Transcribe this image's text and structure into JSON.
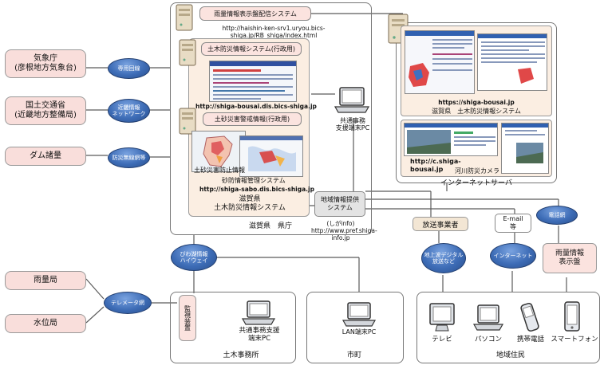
{
  "sources": {
    "jma": "気象庁\n(彦根地方気象台)",
    "mlit": "国土交通省\n(近畿地方整備局)",
    "dam": "ダム諸量",
    "rain_station": "雨量局",
    "water_station": "水位局"
  },
  "networks": {
    "dedicated": "専用回線",
    "kinki": "近畿情報\nネットワーク",
    "disaster_radio": "防災無線網等",
    "telemeter": "テレメータ網",
    "biwako": "びわ湖情報\nハイウェイ",
    "terrestrial": "地上波デジタル\n放送など",
    "internet": "インターネット",
    "phone": "電話網"
  },
  "pref": {
    "rain_system": "雨量情報表示盤配信システム",
    "rain_url": "http://haishin-ken-srv1.uryou.bics-\nshiga.jp/RB_shiga/index.html",
    "doboku_admin": "土木防災情報システム(行政用)",
    "doboku_url": "http://shiga-bousai.dis.bics-shiga.jp",
    "sabo_admin": "土砂災害警戒情報(行政用)",
    "sabo_map": "土砂災害防止情報",
    "sabo_mgmt": "砂防情報管理システム",
    "sabo_url": "http://shiga-sabo.dis.bics-shiga.jp",
    "pref_system": "滋賀県\n土木防災情報システム",
    "shared_pc": "共通事務\n支援端末PC",
    "region_system": "地域情報提供\nシステム",
    "shiga_info": "(しがinfo)\nhttp://www.pref.shiga-\ninfo.jp",
    "pref_office": "滋賀県　県庁"
  },
  "server": {
    "portal_url": "https://shiga-bousai.jp",
    "portal_name": "滋賀県　土木防災情報システム",
    "c_url": "http://c.shiga-\nbousai.jp",
    "river_camera": "河川防災カメラ",
    "title": "インターネットサーバ"
  },
  "middle": {
    "broadcaster": "放送事業者",
    "email": "E-mail\n等",
    "rain_panel": "雨量情報\n表示盤"
  },
  "civil": {
    "monitor": "監視装置",
    "pc": "共通事務支援\n端末PC",
    "office": "土木事務所"
  },
  "city": {
    "pc": "LAN端末PC",
    "name": "市町"
  },
  "residents": {
    "tv": "テレビ",
    "pc": "パソコン",
    "mobile": "携帯電話",
    "smartphone": "スマートフォン",
    "name": "地域住民"
  }
}
